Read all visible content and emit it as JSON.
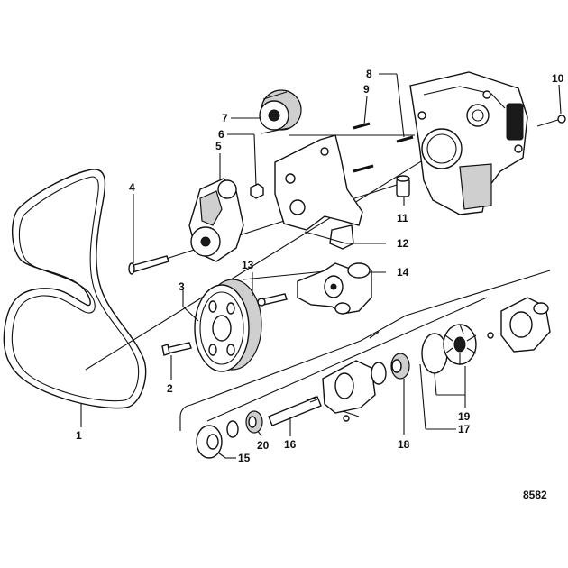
{
  "figure": {
    "reference_number": "8582",
    "callouts": [
      "1",
      "2",
      "3",
      "4",
      "5",
      "6",
      "7",
      "8",
      "9",
      "10",
      "11",
      "12",
      "13",
      "14",
      "15",
      "16",
      "17",
      "18",
      "19",
      "20"
    ]
  }
}
